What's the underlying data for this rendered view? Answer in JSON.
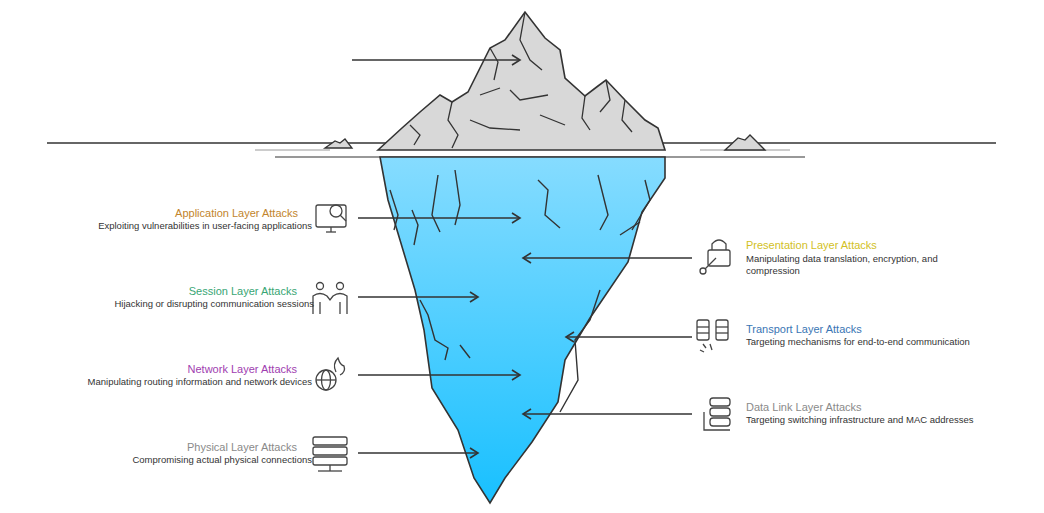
{
  "diagram": {
    "labels": [
      "Application Layer Attacks",
      "Exploiting vulnerabilities in user-facing applications",
      "Presentation Layer Attacks",
      "Manipulating data translation, encryption, and compression",
      "Session Layer Attacks",
      "Hijacking or disrupting communication sessions",
      "Transport Layer Attacks",
      "Targeting mechanisms for end-to-end communication",
      "Network Layer Attacks",
      "Manipulating routing information and network devices",
      "Data Link Layer Attacks",
      "Targeting switching infrastructure and MAC addresses",
      "Physical Layer Attacks",
      "Compromising actual physical connections"
    ]
  }
}
